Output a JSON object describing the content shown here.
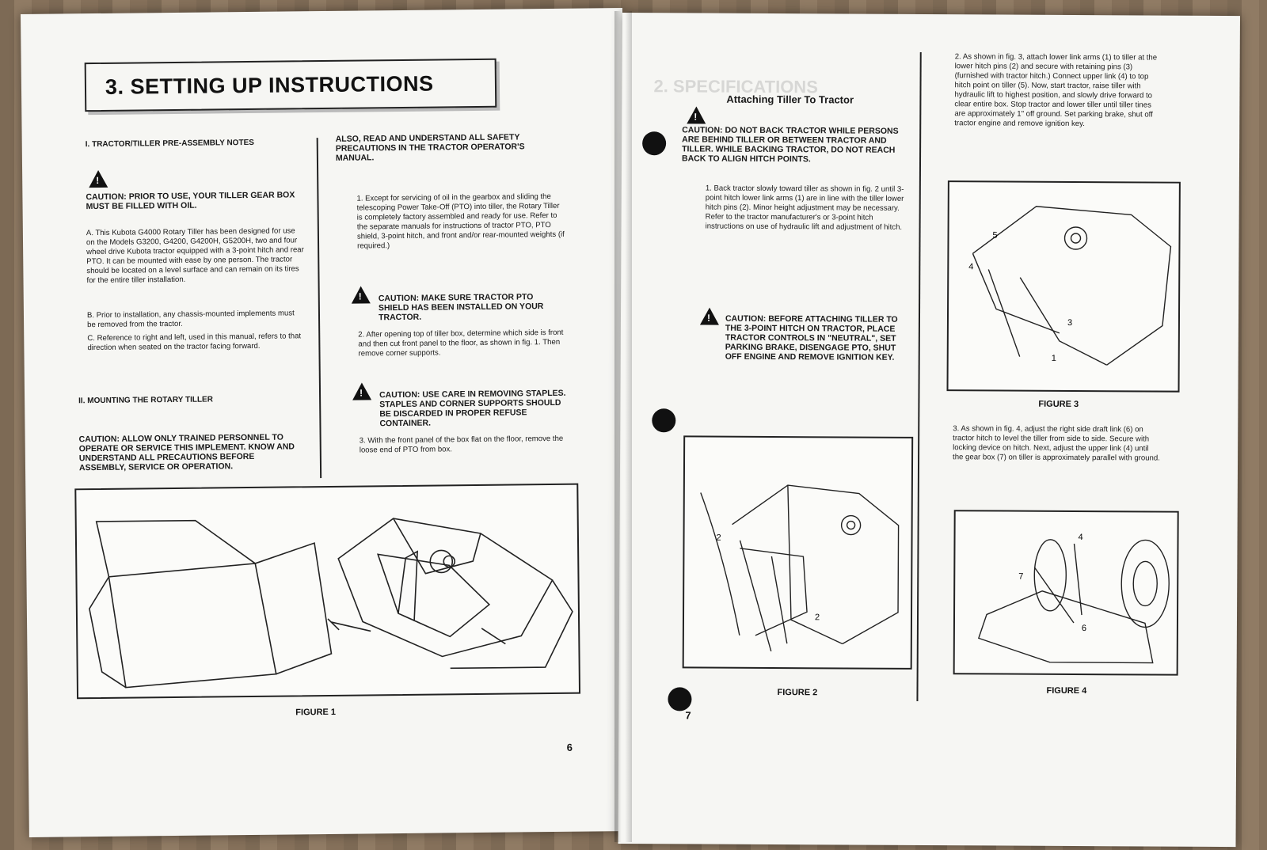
{
  "left_page": {
    "title": "3. SETTING UP INSTRUCTIONS",
    "section1_heading": "I.    TRACTOR/TILLER PRE-ASSEMBLY NOTES",
    "caution1": "CAUTION: PRIOR TO USE, YOUR TILLER GEAR BOX MUST BE FILLED WITH OIL.",
    "itemA": "A.   This Kubota G4000 Rotary Tiller has been designed for use on the Models G3200, G4200, G4200H, G5200H, two and four wheel drive Kubota tractor equipped with a 3-point hitch and rear PTO. It can be mounted with ease by one person. The tractor should be located on a level surface and can remain on its tires for the entire tiller installation.",
    "itemB": "B.   Prior to installation, any chassis-mounted implements must be removed from the tractor.",
    "itemC": "C.   Reference to right and left, used in this manual, refers to that direction when seated on the tractor facing forward.",
    "section2_heading": "II.    MOUNTING THE ROTARY TILLER",
    "caution2": "CAUTION: ALLOW ONLY TRAINED PERSONNEL TO OPERATE OR SERVICE THIS IMPLEMENT. KNOW AND UNDERSTAND ALL PRECAUTIONS BEFORE ASSEMBLY, SERVICE OR OPERATION.",
    "also_read": "ALSO, READ AND UNDERSTAND ALL SAFETY PRECAUTIONS IN THE TRACTOR OPERATOR'S MANUAL.",
    "step1": "1.  Except for servicing of oil in the gearbox and sliding the telescoping Power Take-Off (PTO) into tiller, the Rotary Tiller is completely factory assembled and ready for use. Refer to the separate manuals for instructions of tractor PTO, PTO shield, 3-point hitch, and front and/or rear-mounted weights (if required.)",
    "caution3": "CAUTION: MAKE SURE TRACTOR PTO SHIELD HAS BEEN INSTALLED ON YOUR TRACTOR.",
    "step2": "2.  After opening top of tiller box, determine which side is front and then cut front panel to the floor, as shown in fig. 1. Then remove corner supports.",
    "caution4": "CAUTION: USE CARE IN REMOVING STAPLES. STAPLES AND CORNER SUPPORTS SHOULD BE DISCARDED IN PROPER REFUSE CONTAINER.",
    "step3": "3.  With the front panel of the box flat on the floor, remove the loose end of PTO from box.",
    "figure1": "FIGURE 1",
    "page_number": "6"
  },
  "right_page": {
    "heading": "Attaching Tiller To Tractor",
    "caution1": "CAUTION: DO NOT BACK TRACTOR WHILE PERSONS ARE BEHIND TILLER OR BETWEEN TRACTOR AND TILLER. WHILE BACKING TRACTOR, DO NOT REACH BACK TO ALIGN HITCH POINTS.",
    "step1": "1.  Back tractor slowly toward tiller as shown in fig. 2 until 3-point hitch lower link arms (1) are in line with the tiller lower hitch pins (2). Minor height adjustment may be necessary. Refer to the tractor manufacturer's or 3-point hitch instructions on use of hydraulic lift and adjustment of hitch.",
    "caution2": "CAUTION: BEFORE ATTACHING TILLER TO THE 3-POINT HITCH ON TRACTOR, PLACE TRACTOR CONTROLS IN \"NEUTRAL\", SET PARKING BRAKE, DISENGAGE PTO, SHUT OFF ENGINE AND REMOVE IGNITION KEY.",
    "step2": "2.  As shown in fig. 3, attach lower link arms (1) to tiller at the lower hitch pins (2) and secure with retaining pins (3) (furnished with tractor hitch.) Connect upper link (4) to top hitch point on tiller (5). Now, start tractor, raise tiller with hydraulic lift to highest position, and slowly drive forward to clear entire box. Stop tractor and lower tiller until tiller tines are approximately 1\" off ground. Set parking brake, shut off tractor engine and remove ignition key.",
    "step3": "3.  As shown in fig. 4, adjust the right side draft link (6) on tractor hitch to level the tiller from side to side. Secure with locking device on hitch. Next, adjust the upper link (4) until the gear box (7) on tiller is approximately parallel with ground.",
    "figure2": "FIGURE 2",
    "figure3": "FIGURE 3",
    "figure4": "FIGURE 4",
    "page_number": "7"
  }
}
